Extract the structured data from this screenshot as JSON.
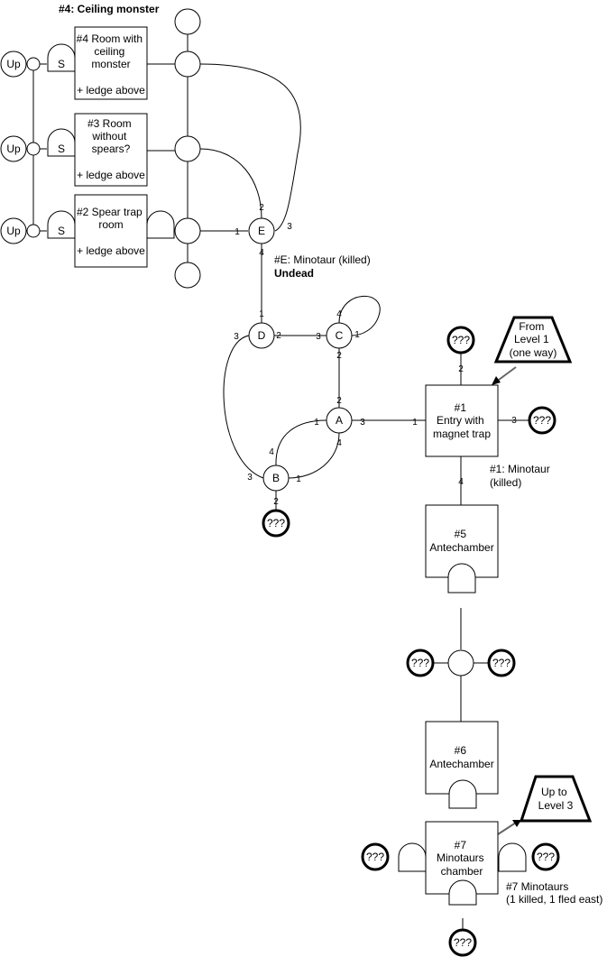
{
  "notes": {
    "ceiling_monster": "#4: Ceiling monster",
    "e_minotaur": "#E: Minotaur (killed)",
    "e_undead": "Undead",
    "minotaur1_l1": "#1: Minotaur",
    "minotaur1_l2": "(killed)",
    "minotaurs7_l1": "#7 Minotaurs",
    "minotaurs7_l2": "(1 killed, 1 fled east)"
  },
  "rooms": {
    "r4": [
      "#4 Room with",
      "ceiling",
      "monster"
    ],
    "r4_note": "+ ledge above",
    "r3": [
      "#3 Room",
      "without",
      "spears?"
    ],
    "r3_note": "+ ledge above",
    "r2": [
      "#2 Spear trap",
      "room"
    ],
    "r2_note": "+ ledge above",
    "r1": [
      "#1",
      "Entry with",
      "magnet trap"
    ],
    "r5": [
      "#5",
      "Antechamber"
    ],
    "r6": [
      "#6",
      "Antechamber"
    ],
    "r7": [
      "#7",
      "Minotaurs",
      "chamber"
    ]
  },
  "nodes": {
    "up": "Up",
    "s": "S",
    "a": "A",
    "b": "B",
    "c": "C",
    "d": "D",
    "e": "E",
    "unknown": "???"
  },
  "trapezoids": {
    "from_level1": [
      "From",
      "Level 1",
      "(one way)"
    ],
    "up_level3": [
      "Up to",
      "Level 3"
    ]
  },
  "ports": {
    "e_left": "1",
    "e_top": "2",
    "e_right": "3",
    "e_bottom": "4",
    "d_top": "1",
    "d_right": "2",
    "d_left": "3",
    "c_left": "3",
    "c_top": "4",
    "c_right": "1",
    "c_bottom": "2",
    "a_top": "2",
    "a_left": "1",
    "a_right": "3",
    "a_bottom": "4",
    "b_top": "4",
    "b_right": "1",
    "b_left": "3",
    "b_bottom": "2",
    "r1_top": "2",
    "r1_left": "1",
    "r1_right": "3",
    "r1_bottom": "4"
  }
}
